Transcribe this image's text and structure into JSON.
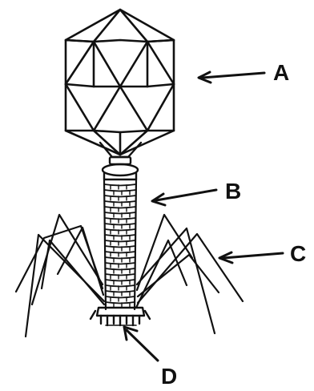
{
  "labels": {
    "head": "A",
    "tail_sheath": "B",
    "tail_fibers": "C",
    "base_plate": "D"
  },
  "colors": {
    "ink": "#111111",
    "background": "#ffffff"
  }
}
